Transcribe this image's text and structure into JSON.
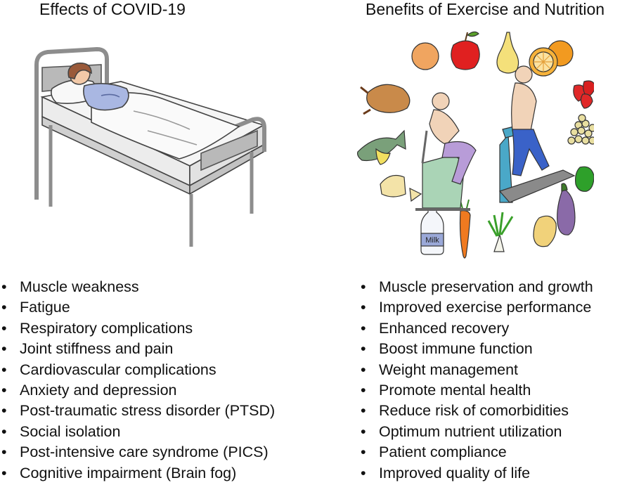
{
  "left": {
    "title": "Effects of COVID-19",
    "items": [
      "Muscle weakness",
      "Fatigue",
      "Respiratory complications",
      "Joint stiffness and pain",
      "Cardiovascular complications",
      "Anxiety and depression",
      "Post-traumatic stress disorder (PTSD)",
      "Social isolation",
      "Post-intensive care syndrome (PICS)",
      "Cognitive impairment (Brain fog)"
    ]
  },
  "right": {
    "title": "Benefits of Exercise and Nutrition",
    "items": [
      "Muscle preservation and growth",
      "Improved exercise performance",
      "Enhanced recovery",
      "Boost immune function",
      "Weight management",
      "Promote mental health",
      "Reduce risk of comorbidities",
      "Optimum nutrient utilization",
      "Patient compliance",
      "Improved quality of life"
    ]
  },
  "illustration": {
    "bullet": "•",
    "milk_label": "Milk"
  }
}
